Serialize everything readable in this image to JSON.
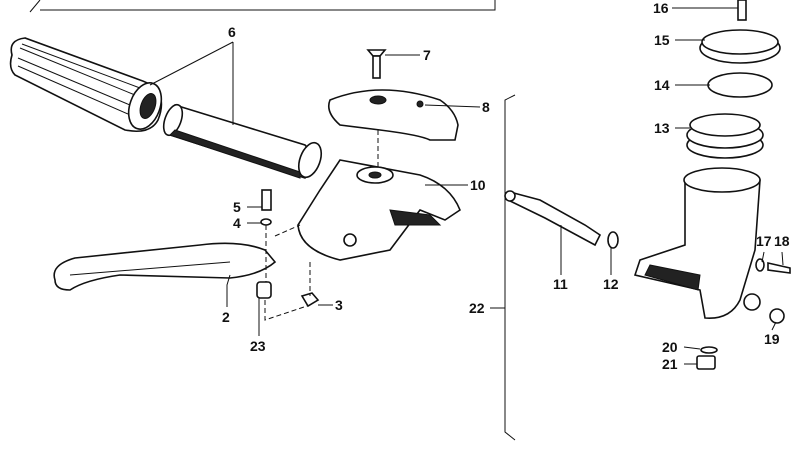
{
  "diagram": {
    "callouts": [
      "6",
      "7",
      "8",
      "10",
      "5",
      "4",
      "2",
      "3",
      "23",
      "16",
      "15",
      "14",
      "13",
      "11",
      "12",
      "17",
      "18",
      "22",
      "20",
      "19",
      "21"
    ]
  }
}
